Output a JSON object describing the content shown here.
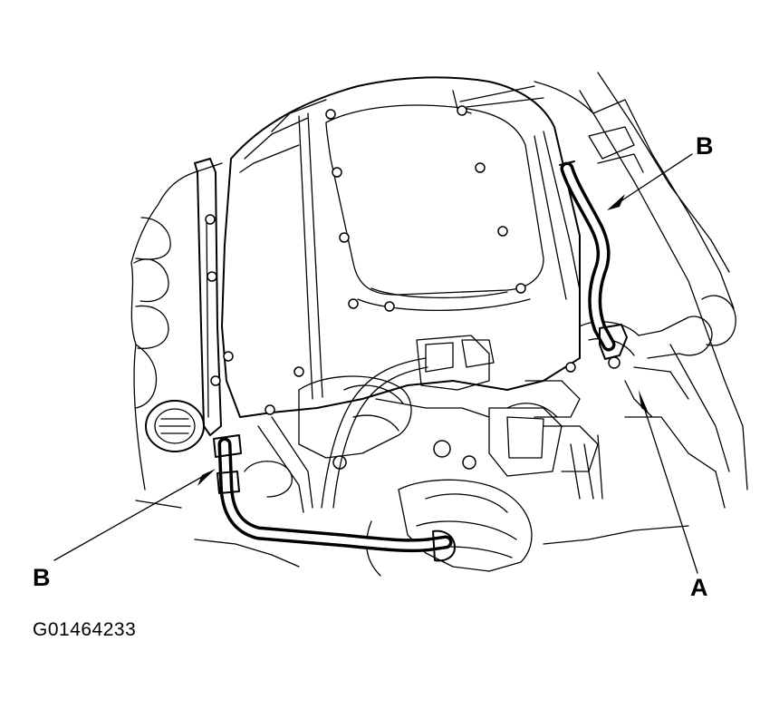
{
  "figure": {
    "id_text": "G01464233",
    "line_color": "#000000",
    "background_color": "#ffffff"
  },
  "callouts": {
    "b_right": "B",
    "b_left": "B",
    "a": "A"
  }
}
